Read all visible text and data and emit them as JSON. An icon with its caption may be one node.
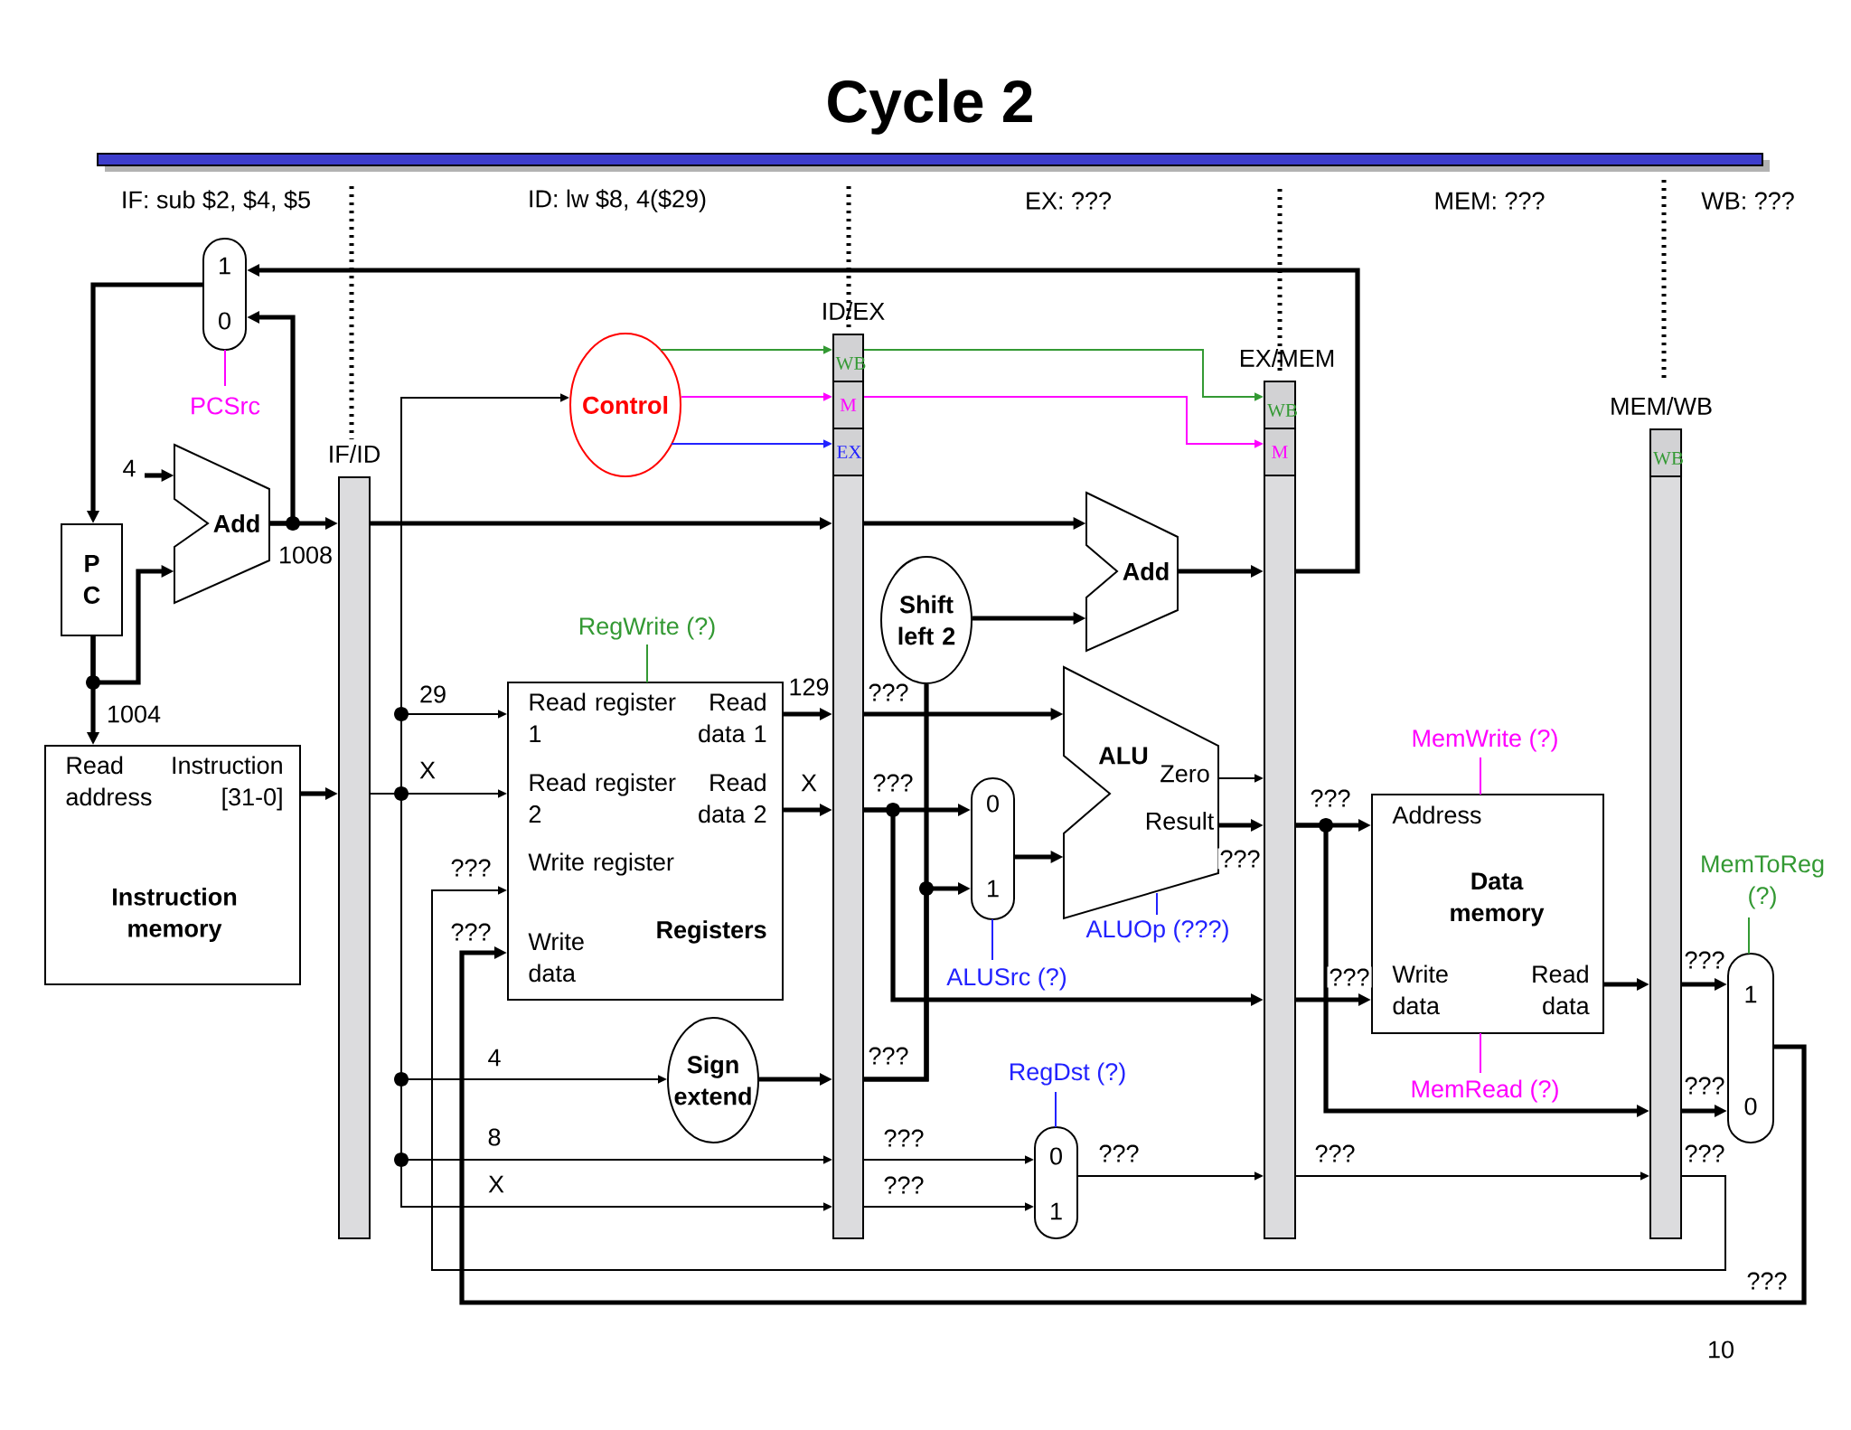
{
  "diagram": {
    "title": "Cycle 2",
    "nodes": [
      {
        "text": [
          "P C"
        ]
      },
      {
        "text": [
          "1",
          "0"
        ],
        "beside": [
          "PCSrc"
        ]
      },
      {
        "text": [
          "Add"
        ]
      },
      {
        "text": [
          "Read address",
          "Instruction [31-0]",
          "Instruction memory"
        ]
      },
      {
        "text": [
          "IF/ID"
        ]
      },
      {
        "text": [
          "Control"
        ]
      },
      {
        "text": [
          "Read register 1",
          "Read data 1",
          "Read register 2",
          "Read data 2",
          "Write register",
          "Write data",
          "Registers"
        ],
        "beside": [
          "RegWrite (?)"
        ]
      },
      {
        "text": [
          "Sign extend"
        ]
      },
      {
        "text": [
          "ID/EX"
        ]
      },
      {
        "text": [
          "WB"
        ],
        "in": 8
      },
      {
        "text": [
          "M"
        ],
        "in": 8
      },
      {
        "text": [
          "EX"
        ],
        "in": 8
      },
      {
        "text": [
          "Shift left 2"
        ]
      },
      {
        "text": [
          "Add"
        ]
      },
      {
        "text": [
          "ALU",
          "Zero",
          "Result"
        ],
        "beside": [
          "ALUOp (???)"
        ]
      },
      {
        "text": [
          "0",
          "1"
        ],
        "beside": [
          "ALUSrc (?)"
        ]
      },
      {
        "text": [
          "0",
          "1"
        ],
        "beside": [
          "RegDst (?)"
        ]
      },
      {
        "text": [
          "EX/MEM"
        ]
      },
      {
        "text": [
          "WB"
        ],
        "in": 17
      },
      {
        "text": [
          "M"
        ],
        "in": 17
      },
      {
        "text": [
          "Address",
          "Data memory",
          "Write data",
          "Read data"
        ],
        "beside": [
          "MemWrite (?)",
          "MemRead (?)"
        ]
      },
      {
        "text": [
          "MEM/WB"
        ]
      },
      {
        "text": [
          "WB"
        ],
        "in": 21
      },
      {
        "text": [
          "1",
          "0"
        ],
        "beside": [
          "MemToReg (?)"
        ]
      }
    ],
    "edges": [
      {
        "from": 1,
        "to": 0,
        "arrow": "to"
      },
      {
        "from": 0,
        "to": 3,
        "arrow": "to",
        "label": "1004"
      },
      {
        "from": 0,
        "to": 2,
        "arrow": "to"
      },
      {
        "from": null,
        "to": 2,
        "arrow": "to",
        "label": "4"
      },
      {
        "from": 2,
        "to": 4,
        "arrow": "to",
        "label": "1008"
      },
      {
        "from": 2,
        "to": 1,
        "arrow": "to"
      },
      {
        "from": 17,
        "to": 1,
        "arrow": "to"
      },
      {
        "from": 3,
        "to": 4,
        "arrow": "to"
      },
      {
        "from": 4,
        "to": 5,
        "arrow": "to"
      },
      {
        "from": 4,
        "to": 6,
        "arrow": "to",
        "label": "29"
      },
      {
        "from": 4,
        "to": 6,
        "arrow": "to",
        "label": "X"
      },
      {
        "from": 4,
        "to": 7,
        "arrow": "to",
        "label": "4"
      },
      {
        "from": 4,
        "to": 8,
        "arrow": "to",
        "label": "8"
      },
      {
        "from": 4,
        "to": 8,
        "arrow": "to",
        "label": "X"
      },
      {
        "from": 4,
        "to": 8,
        "arrow": "to"
      },
      {
        "from": 5,
        "to": 9,
        "arrow": "to",
        "color": "#339933"
      },
      {
        "from": 5,
        "to": 10,
        "arrow": "to",
        "color": "#ff00ff"
      },
      {
        "from": 5,
        "to": 11,
        "arrow": "to",
        "color": "#2222ff"
      },
      {
        "from": 6,
        "to": 8,
        "arrow": "to",
        "label": "129"
      },
      {
        "from": 6,
        "to": 8,
        "arrow": "to",
        "label": "X"
      },
      {
        "from": 7,
        "to": 8,
        "arrow": "to"
      },
      {
        "from": 9,
        "to": 18,
        "arrow": "to",
        "color": "#339933"
      },
      {
        "from": 10,
        "to": 19,
        "arrow": "to",
        "color": "#ff00ff"
      },
      {
        "from": 8,
        "to": 13,
        "arrow": "to"
      },
      {
        "from": 12,
        "to": 13,
        "arrow": "to"
      },
      {
        "from": 8,
        "to": 12,
        "arrow": "none",
        "label": "???"
      },
      {
        "from": 8,
        "to": 14,
        "arrow": "to",
        "label": "???"
      },
      {
        "from": 8,
        "to": 15,
        "arrow": "to",
        "label": "???"
      },
      {
        "from": 8,
        "to": 15,
        "arrow": "to"
      },
      {
        "from": 8,
        "to": 17,
        "arrow": "to"
      },
      {
        "from": 15,
        "to": 14,
        "arrow": "to"
      },
      {
        "from": 13,
        "to": 17,
        "arrow": "to"
      },
      {
        "from": 14,
        "to": 17,
        "arrow": "to"
      },
      {
        "from": 14,
        "to": 17,
        "arrow": "to",
        "label": "???"
      },
      {
        "from": 8,
        "to": 16,
        "arrow": "to",
        "label": "???"
      },
      {
        "from": 8,
        "to": 16,
        "arrow": "to",
        "label": "???"
      },
      {
        "from": 16,
        "to": 17,
        "arrow": "to",
        "label": "???"
      },
      {
        "from": 17,
        "to": 20,
        "arrow": "to",
        "label": "???"
      },
      {
        "from": 17,
        "to": 20,
        "arrow": "to",
        "label": "???"
      },
      {
        "from": 17,
        "to": 21,
        "arrow": "to"
      },
      {
        "from": 17,
        "to": 21,
        "arrow": "to",
        "label": "???"
      },
      {
        "from": 20,
        "to": 21,
        "arrow": "to"
      },
      {
        "from": 21,
        "to": 23,
        "arrow": "to",
        "label": "???"
      },
      {
        "from": 21,
        "to": 23,
        "arrow": "to",
        "label": "???"
      },
      {
        "from": 21,
        "to": 6,
        "arrow": "to",
        "label": "???"
      },
      {
        "from": 23,
        "to": 6,
        "arrow": "to",
        "label": "???"
      }
    ],
    "labels": [
      "IF: sub $2, $4, $5",
      "ID: lw $8, 4($29)",
      "EX: ???",
      "MEM: ???",
      "WB: ???",
      "???",
      "???",
      "10"
    ]
  }
}
